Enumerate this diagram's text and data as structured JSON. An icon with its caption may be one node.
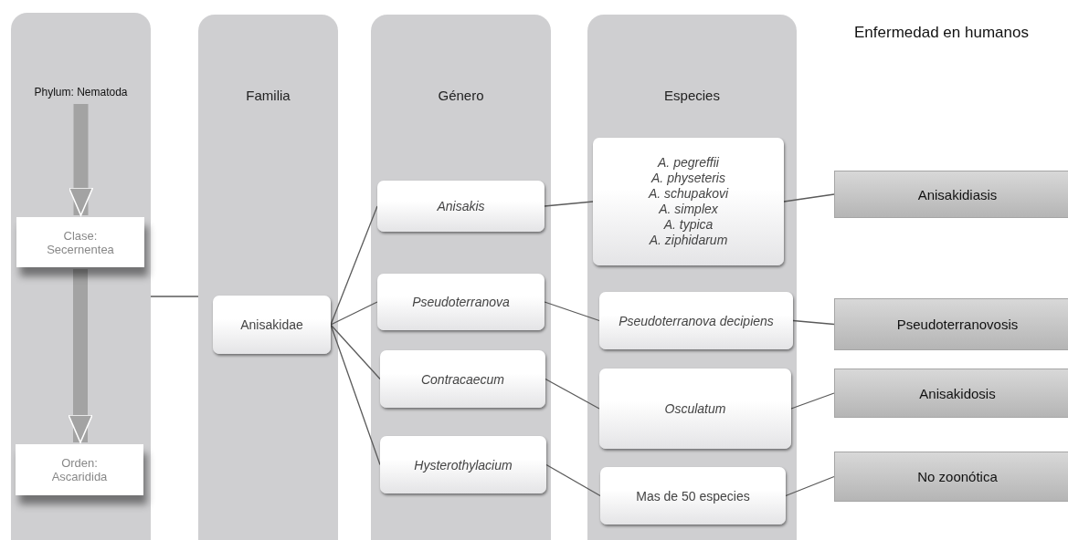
{
  "diagram": {
    "nodes": [
      {
        "text": [],
        "shape": "box"
      },
      {
        "text": [
          "Phylum: Nematoda"
        ],
        "in": 0
      },
      {
        "text": [
          "Clase: Secernentea"
        ],
        "in": 0
      },
      {
        "text": [
          "Orden: Ascaridida"
        ],
        "in": 0
      },
      {
        "text": [
          "Familia"
        ]
      },
      {
        "text": [
          "Anisakidae"
        ],
        "in": 4
      },
      {
        "text": [
          "Género"
        ]
      },
      {
        "text": [
          "Anisakis"
        ],
        "in": 6
      },
      {
        "text": [
          "Pseudoterranova"
        ],
        "in": 6
      },
      {
        "text": [
          "Contracaecum"
        ],
        "in": 6
      },
      {
        "text": [
          "Hysterothylacium"
        ],
        "in": 6
      },
      {
        "text": [
          "Especies"
        ]
      },
      {
        "text": [
          "A. pegreffii",
          "A. physeteris",
          "A. schupakovi",
          "A. simplex",
          "A. typica",
          "A. ziphidarum"
        ],
        "in": 11
      },
      {
        "text": [
          "Pseudoterranova decipiens"
        ],
        "in": 11
      },
      {
        "text": [
          "Osculatum"
        ],
        "in": 11
      },
      {
        "text": [
          "Mas de 50 especies"
        ],
        "in": 11
      },
      {
        "text": [
          "Anisakidiasis"
        ]
      },
      {
        "text": [
          "Pseudoterranovosis"
        ]
      },
      {
        "text": [
          "Anisakidosis"
        ]
      },
      {
        "text": [
          "No zoonótica"
        ]
      }
    ],
    "edges": [
      {
        "from": 1,
        "to": 2,
        "arrow": "to",
        "style": "thick",
        "color": "#a3a3a3"
      },
      {
        "from": 2,
        "to": 3,
        "arrow": "to",
        "style": "thick",
        "color": "#a3a3a3"
      },
      {
        "from": 0,
        "to": 4,
        "arrow": "none"
      },
      {
        "from": 5,
        "to": 7,
        "arrow": "none"
      },
      {
        "from": 5,
        "to": 8,
        "arrow": "none"
      },
      {
        "from": 5,
        "to": 9,
        "arrow": "none"
      },
      {
        "from": 5,
        "to": 10,
        "arrow": "none"
      },
      {
        "from": 7,
        "to": 12,
        "arrow": "none"
      },
      {
        "from": 8,
        "to": 13,
        "arrow": "none"
      },
      {
        "from": 9,
        "to": 14,
        "arrow": "none"
      },
      {
        "from": 10,
        "to": 15,
        "arrow": "none"
      },
      {
        "from": 12,
        "to": 16,
        "arrow": "none"
      },
      {
        "from": 13,
        "to": 17,
        "arrow": "none"
      },
      {
        "from": 14,
        "to": 18,
        "arrow": "none"
      },
      {
        "from": 15,
        "to": 19,
        "arrow": "none"
      }
    ],
    "labels": [
      "Enfermedad en humanos"
    ]
  }
}
